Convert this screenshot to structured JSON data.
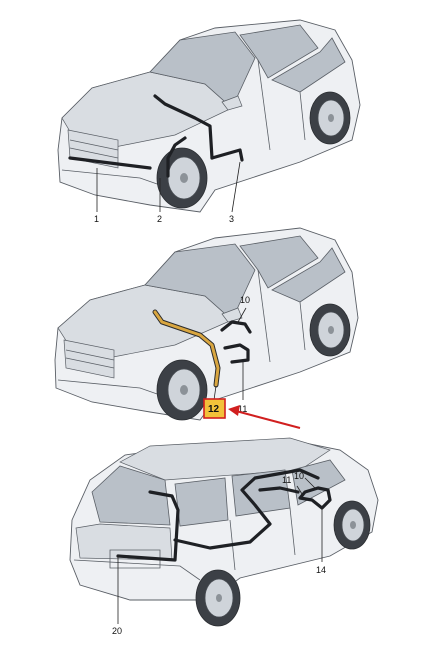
{
  "callouts": {
    "c1": "1",
    "c2": "2",
    "c3": "3",
    "c10a": "10",
    "c11a": "11",
    "c12": "12",
    "c10b": "10",
    "c11b": "11",
    "c14": "14",
    "c20": "20"
  },
  "colors": {
    "highlight_box": "#f2c23a",
    "highlight_border": "#d11f1f",
    "arrow": "#d11f1f",
    "highlighted_hose": "#d9a640"
  }
}
